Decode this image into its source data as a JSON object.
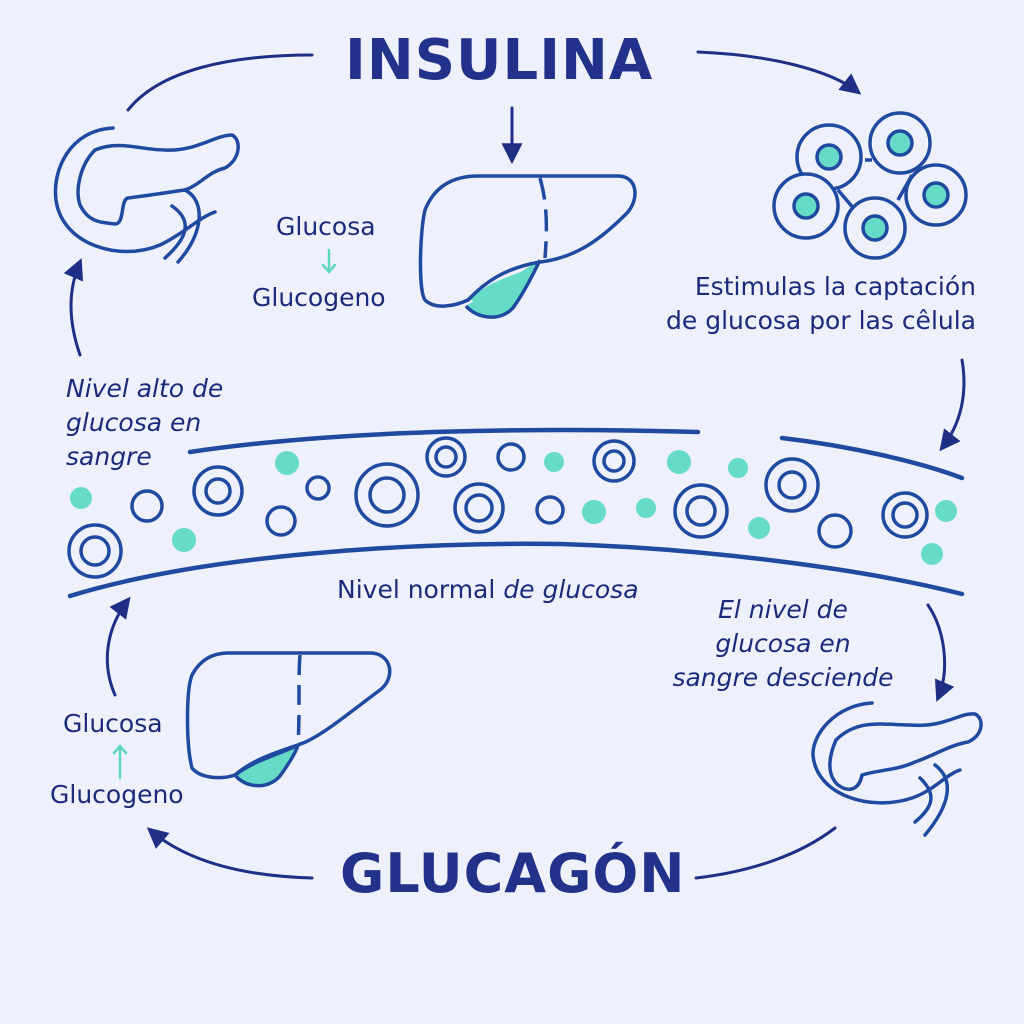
{
  "titles": {
    "insulin": "INSULINA",
    "glucagon": "GLUCAGÓN"
  },
  "labels": {
    "top_liver_from": "Glucosa",
    "top_liver_to": "Glucogeno",
    "cells_caption_line1": "Estimulas la captación",
    "cells_caption_line2": "de glucosa por las cêlula",
    "high_glucose_line1": "Nivel alto de",
    "high_glucose_line2": "glucosa en",
    "high_glucose_line3": "sangre",
    "normal_level_part1": "Nivel normal ",
    "normal_level_part2": "de glucosa",
    "descends_line1": "El nivel de",
    "descends_line2": "glucosa en",
    "descends_line3": "sangre desciende",
    "bottom_liver_to": "Glucosa",
    "bottom_liver_from": "Glucogeno"
  },
  "icons": {
    "pancreas_top": "pancreas-icon",
    "pancreas_bottom": "pancreas-icon",
    "liver_top": "liver-icon",
    "liver_bottom": "liver-icon",
    "cells": "cells-icon",
    "blood_vessel": "blood-vessel-icon"
  },
  "colors": {
    "background": "#eef0fc",
    "navy": "#1f3690",
    "text": "#1b2a7a",
    "mint": "#66dcc8"
  }
}
